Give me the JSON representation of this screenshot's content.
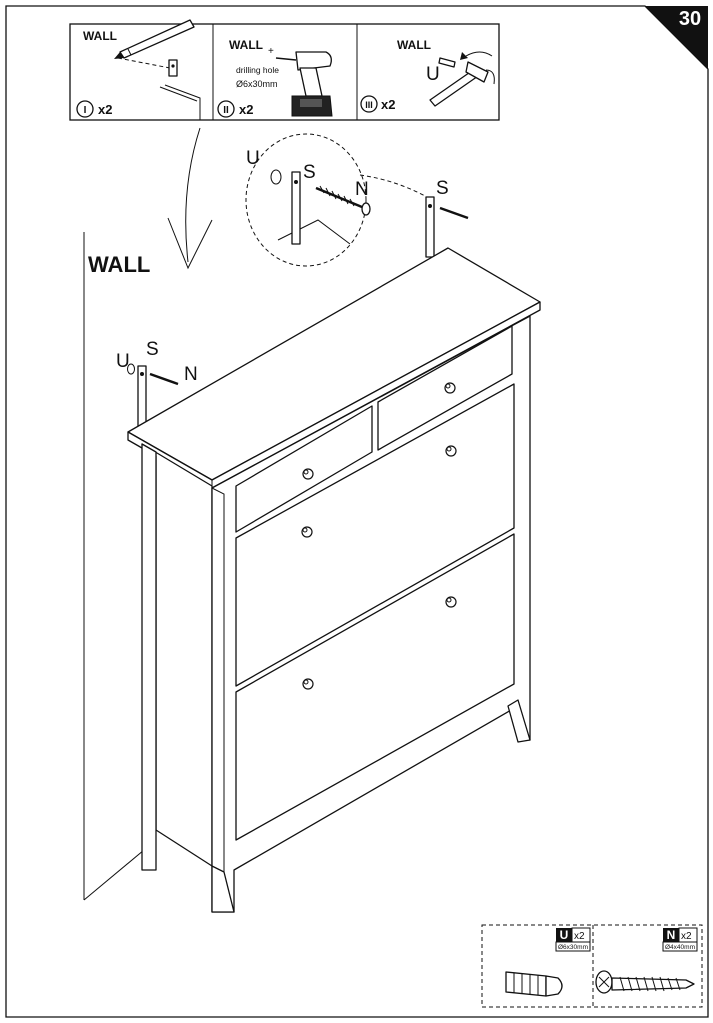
{
  "page_number": "30",
  "steps": [
    {
      "label": "WALL",
      "roman": "I",
      "count": "x2"
    },
    {
      "label": "WALL",
      "plus": "+",
      "note_line1": "drilling hole",
      "note_line2": "Ø6x30mm",
      "roman": "II",
      "count": "x2"
    },
    {
      "label": "WALL",
      "part": "U",
      "roman": "III",
      "count": "x2"
    }
  ],
  "main": {
    "wall_label": "WALL",
    "detail_letters": {
      "u": "U",
      "s1": "S",
      "n": "N",
      "s2": "S"
    },
    "left_letters": {
      "u": "U",
      "s": "S",
      "n": "N"
    }
  },
  "parts": [
    {
      "letter": "U",
      "qty": "x2",
      "size": "Ø6x30mm"
    },
    {
      "letter": "N",
      "qty": "x2",
      "size": "Ø4x40mm"
    }
  ]
}
